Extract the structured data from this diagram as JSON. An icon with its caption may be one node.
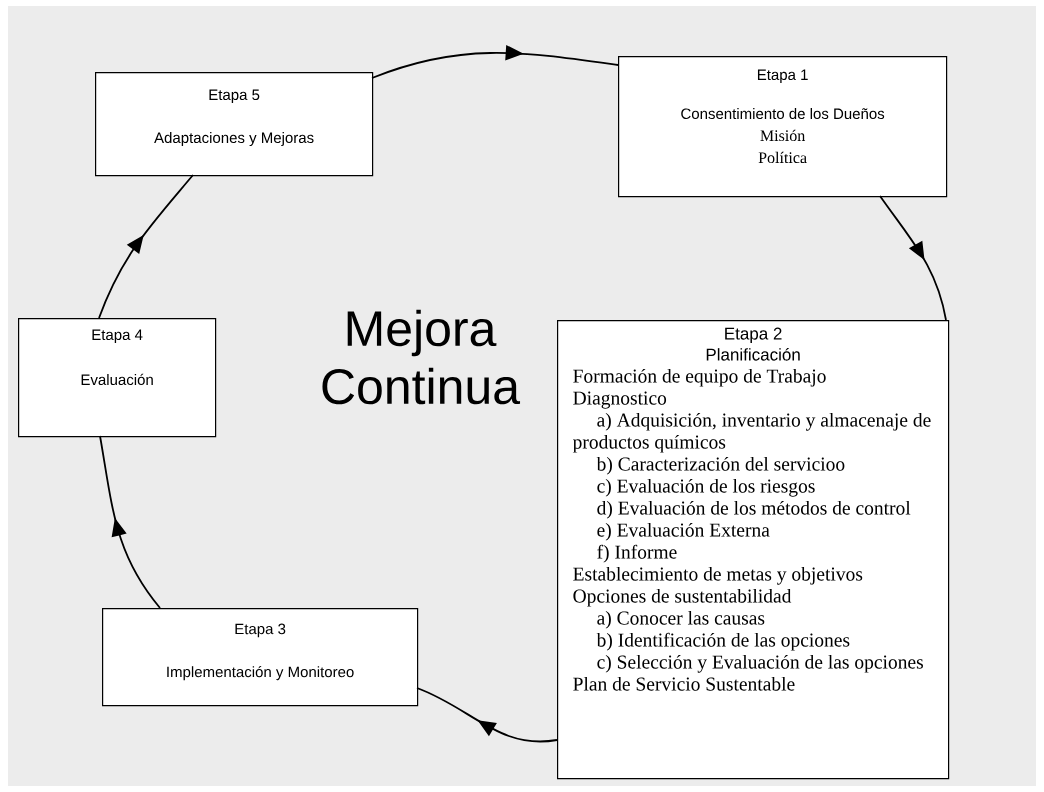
{
  "diagram": {
    "nodes": [
      {
        "text": [
          "Etapa 1",
          "Consentimiento de los Dueños",
          "Misión",
          "Política"
        ]
      },
      {
        "text": [
          "Etapa 2",
          "Planificación",
          "Formación de equipo de Trabajo",
          "Diagnostico",
          "a) Adquisición, inventario y almacenaje de productos químicos",
          "b) Caracterización del servicioo",
          "c) Evaluación de los riesgos",
          "d) Evaluación de los métodos de control",
          "e) Evaluación Externa",
          "f) Informe",
          "Establecimiento de metas y objetivos",
          "Opciones de sustentabilidad",
          "a) Conocer las causas",
          "b) Identificación de las opciones",
          "c) Selección y Evaluación de las opciones",
          "Plan de Servicio Sustentable"
        ]
      },
      {
        "text": [
          "Etapa 3",
          "Implementación y Monitoreo"
        ]
      },
      {
        "text": [
          "Etapa 4",
          "Evaluación"
        ]
      },
      {
        "text": [
          "Etapa 5",
          "Adaptaciones y Mejoras"
        ]
      }
    ],
    "edges": [
      {
        "from": 0,
        "to": 1,
        "arrow": "to"
      },
      {
        "from": 1,
        "to": 2,
        "arrow": "to"
      },
      {
        "from": 2,
        "to": 3,
        "arrow": "to"
      },
      {
        "from": 3,
        "to": 4,
        "arrow": "to"
      },
      {
        "from": 4,
        "to": 0,
        "arrow": "to"
      }
    ],
    "labels": [
      "Mejora Continua"
    ]
  }
}
